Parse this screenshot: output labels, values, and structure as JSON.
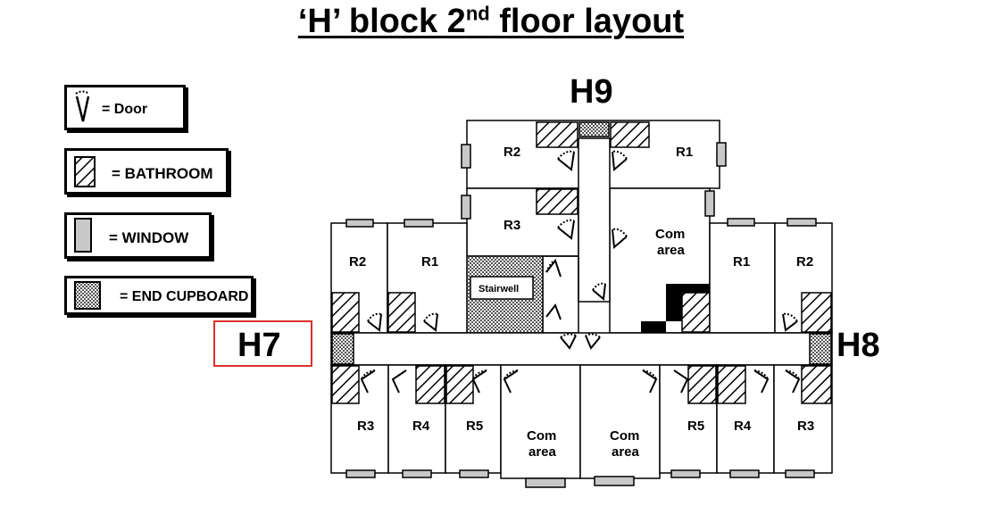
{
  "title": {
    "prefix": "‘H’ block 2",
    "sup": "nd",
    "suffix": " floor layout"
  },
  "legend": {
    "door": "= Door",
    "bathroom": "= BATHROOM",
    "window": "= WINDOW",
    "cupboard": "= END CUPBOARD"
  },
  "blocks": {
    "h9": "H9",
    "h7": "H7",
    "h8": "H8"
  },
  "rooms": {
    "h9_r2": "R2",
    "h9_r1": "R1",
    "h9_r3": "R3",
    "h9_com_line1": "Com",
    "h9_com_line2": "area",
    "stairwell": "Stairwell",
    "h7_r2": "R2",
    "h7_r1": "R1",
    "h7_r3": "R3",
    "h7_r4": "R4",
    "h7_r5": "R5",
    "h7_com_line1": "Com",
    "h7_com_line2": "area",
    "h8_com_line1": "Com",
    "h8_com_line2": "area",
    "h8_r1": "R1",
    "h8_r2": "R2",
    "h8_r5": "R5",
    "h8_r4": "R4",
    "h8_r3": "R3"
  },
  "colors": {
    "window_fill": "#c8c8c8",
    "highlight_border": "#d9322b",
    "wall": "#000000"
  },
  "icons": {
    "door": "door-arc-icon",
    "bathroom": "hatched-square-icon",
    "window": "grey-rectangle-icon",
    "cupboard": "checkered-square-icon"
  }
}
